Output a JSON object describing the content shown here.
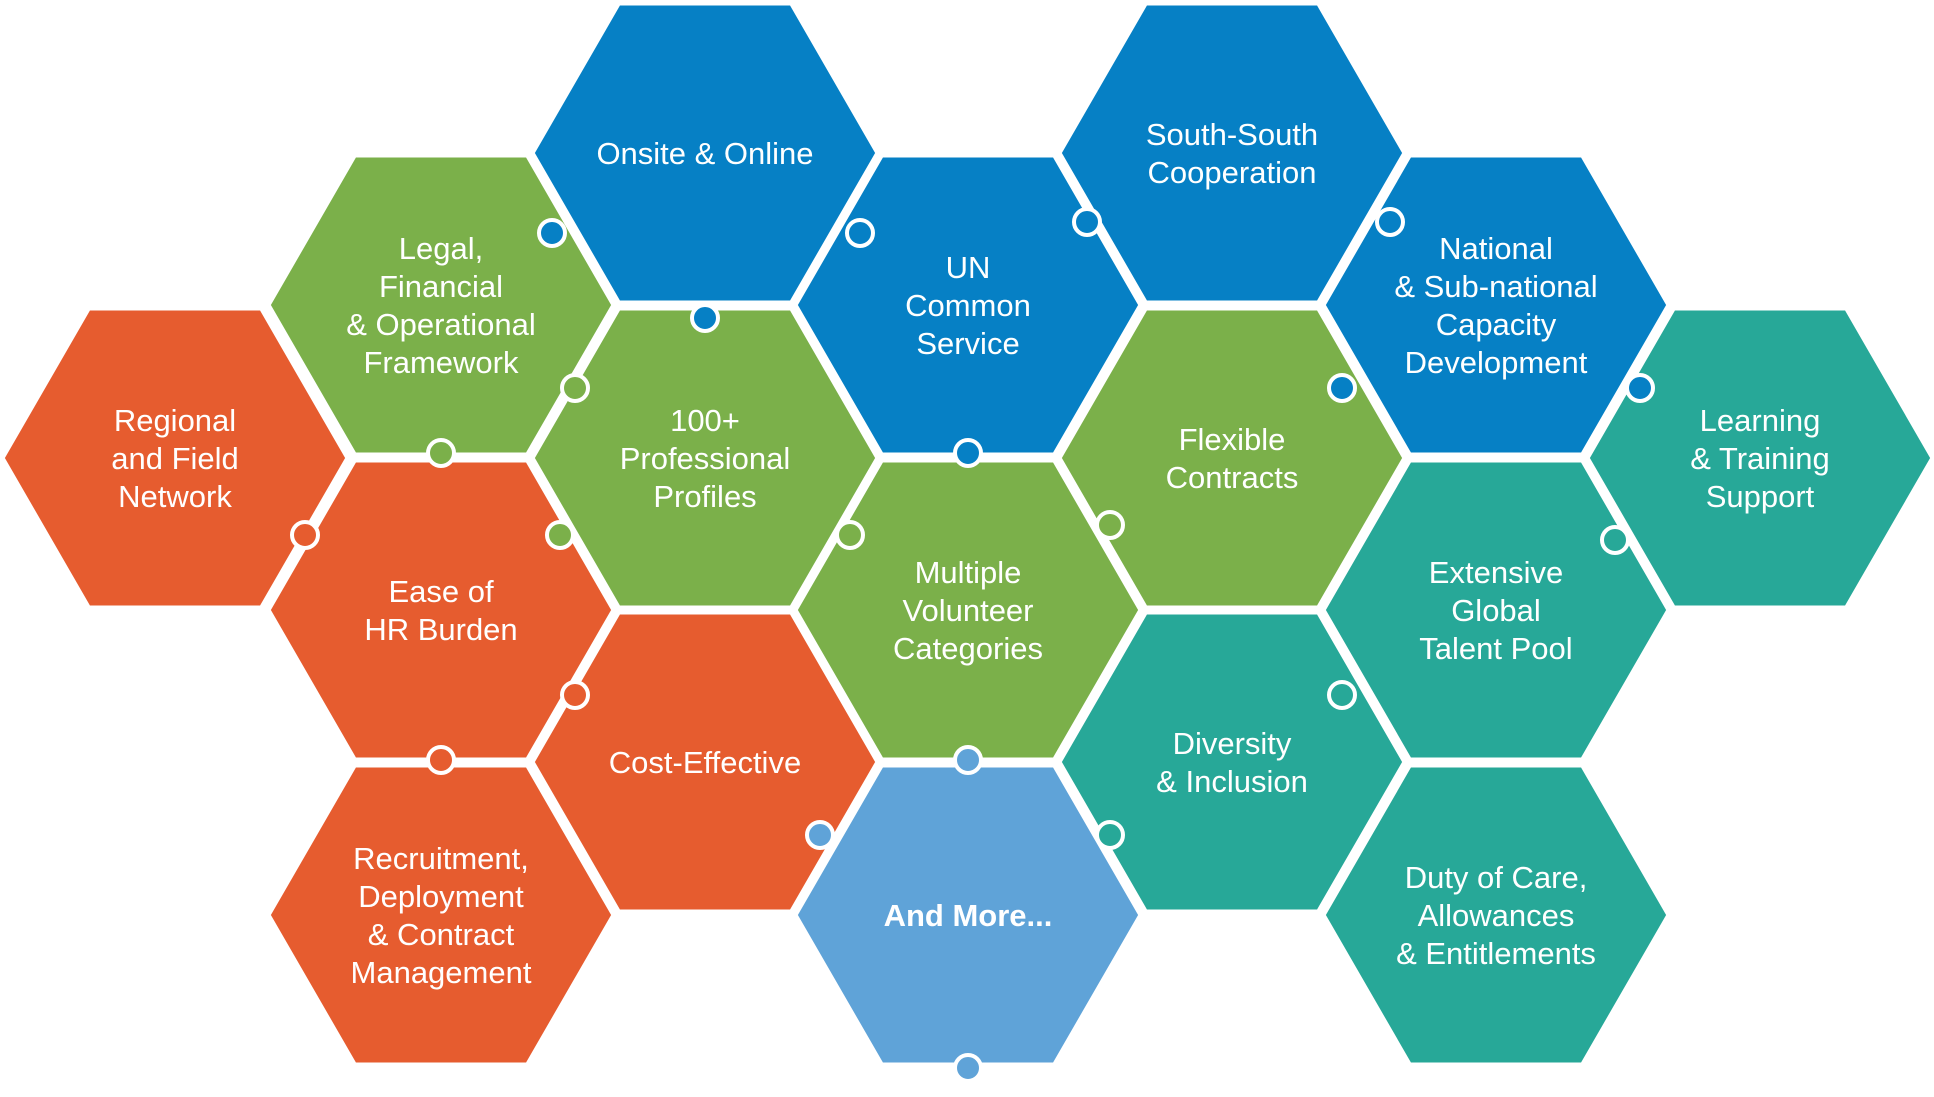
{
  "colors": {
    "orange": "#e65c2f",
    "green": "#7bb04a",
    "blue": "#0680c5",
    "teal": "#27a898",
    "light_blue": "#5fa3d8",
    "border": "#ffffff"
  },
  "hexagons": [
    {
      "id": "onsite-online",
      "color": "blue",
      "lines": [
        "Onsite & Online"
      ]
    },
    {
      "id": "south-south-cooperation",
      "color": "blue",
      "lines": [
        "South-South",
        "Cooperation"
      ]
    },
    {
      "id": "legal-financial-operational-framework",
      "color": "green",
      "lines": [
        "Legal,",
        "Financial",
        "& Operational",
        "Framework"
      ]
    },
    {
      "id": "un-common-service",
      "color": "blue",
      "lines": [
        "UN",
        "Common",
        "Service"
      ]
    },
    {
      "id": "national-subnational-capacity-development",
      "color": "blue",
      "lines": [
        "National",
        "& Sub-national",
        "Capacity",
        "Development"
      ]
    },
    {
      "id": "regional-field-network",
      "color": "orange",
      "lines": [
        "Regional",
        "and Field",
        "Network"
      ]
    },
    {
      "id": "professional-profiles",
      "color": "green",
      "lines": [
        "100+",
        "Professional",
        "Profiles"
      ]
    },
    {
      "id": "flexible-contracts",
      "color": "green",
      "lines": [
        "Flexible",
        "Contracts"
      ]
    },
    {
      "id": "learning-training-support",
      "color": "teal",
      "lines": [
        "Learning",
        "& Training",
        "Support"
      ]
    },
    {
      "id": "ease-of-hr-burden",
      "color": "orange",
      "lines": [
        "Ease of",
        "HR Burden"
      ]
    },
    {
      "id": "multiple-volunteer-categories",
      "color": "green",
      "lines": [
        "Multiple",
        "Volunteer",
        "Categories"
      ]
    },
    {
      "id": "extensive-global-talent-pool",
      "color": "teal",
      "lines": [
        "Extensive",
        "Global",
        "Talent Pool"
      ]
    },
    {
      "id": "cost-effective",
      "color": "orange",
      "lines": [
        "Cost-Effective"
      ]
    },
    {
      "id": "diversity-inclusion",
      "color": "teal",
      "lines": [
        "Diversity",
        "& Inclusion"
      ]
    },
    {
      "id": "recruitment-deployment-contract-management",
      "color": "orange",
      "lines": [
        "Recruitment,",
        "Deployment",
        "& Contract",
        "Management"
      ]
    },
    {
      "id": "and-more",
      "color": "light_blue",
      "lines": [
        "And More..."
      ],
      "bold": true
    },
    {
      "id": "duty-of-care-allowances-entitlements",
      "color": "teal",
      "lines": [
        "Duty of Care,",
        "Allowances",
        "& Entitlements"
      ]
    }
  ]
}
